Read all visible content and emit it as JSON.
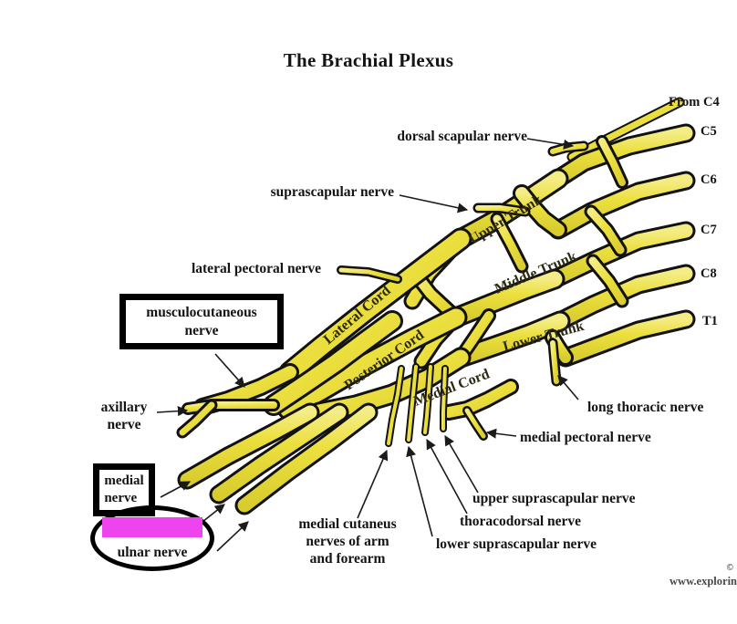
{
  "title": "The Brachial Plexus",
  "colors": {
    "nerve_fill": "#ece03f",
    "nerve_fill_light": "#f2e86a",
    "nerve_outline": "#121212",
    "highlight": "#ee44ee",
    "box_border": "#000000",
    "text": "#141414",
    "background": "#ffffff"
  },
  "roots": [
    {
      "label": "From C4"
    },
    {
      "label": "C5"
    },
    {
      "label": "C6"
    },
    {
      "label": "C7"
    },
    {
      "label": "C8"
    },
    {
      "label": "T1"
    }
  ],
  "structures": [
    {
      "label": "Upper Trunk"
    },
    {
      "label": "Middle Trunk"
    },
    {
      "label": "Lower Trunk"
    },
    {
      "label": "Lateral Cord"
    },
    {
      "label": "Posterior Cord"
    },
    {
      "label": "Medial Cord"
    }
  ],
  "labels": {
    "dorsal_scapular": "dorsal scapular nerve",
    "suprascapular": "suprascapular nerve",
    "lateral_pectoral": "lateral pectoral nerve",
    "axillary": "axillary\nnerve",
    "long_thoracic": "long thoracic nerve",
    "medial_pectoral": "medial pectoral nerve",
    "upper_suprascapular": "upper suprascapular nerve",
    "thoracodorsal": "thoracodorsal nerve",
    "lower_suprascapular": "lower suprascapular nerve",
    "medial_cutaneus": "medial cutaneus\nnerves of arm\nand forearm"
  },
  "callouts": {
    "musculocutaneous": "musculocutaneous\nnerve",
    "medial_nerve": "medial\nnerve",
    "ulnar_nerve": "ulnar nerve"
  },
  "watermark": {
    "copyright": "©",
    "url": "www.explorin"
  }
}
